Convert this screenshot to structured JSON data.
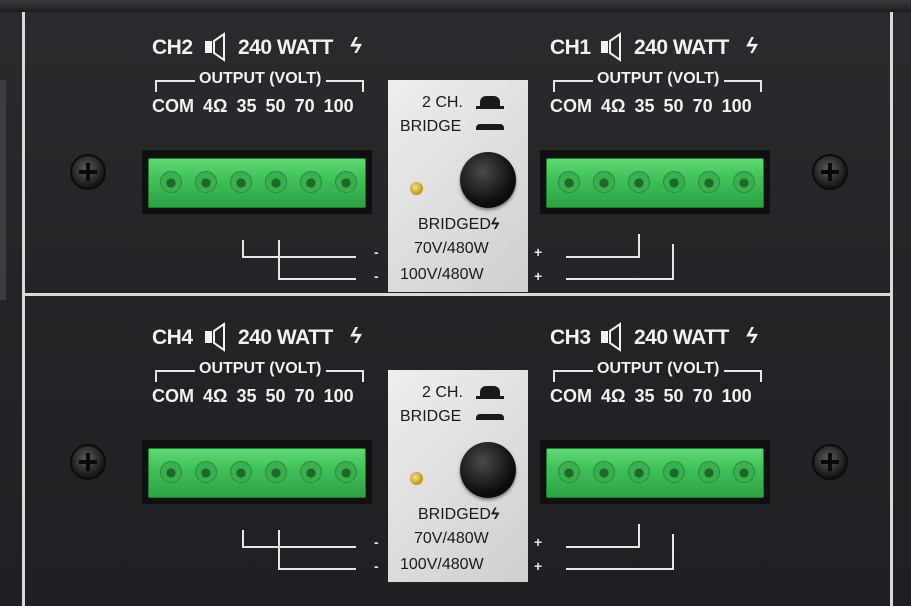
{
  "upper": {
    "left": {
      "channel": "CH2",
      "watt": "240 WATT",
      "output_title": "OUTPUT (VOLT)",
      "volts": [
        "COM",
        "4Ω",
        "35",
        "50",
        "70",
        "100"
      ]
    },
    "right": {
      "channel": "CH1",
      "watt": "240 WATT",
      "output_title": "OUTPUT (VOLT)",
      "volts": [
        "COM",
        "4Ω",
        "35",
        "50",
        "70",
        "100"
      ]
    },
    "bridge": {
      "two_ch": "2 CH.",
      "bridge": "BRIDGE",
      "bridged": "BRIDGED",
      "v70": "70V/480W",
      "v100": "100V/480W"
    },
    "polarity": {
      "minus": "-",
      "plus": "+"
    }
  },
  "lower": {
    "left": {
      "channel": "CH4",
      "watt": "240 WATT",
      "output_title": "OUTPUT (VOLT)",
      "volts": [
        "COM",
        "4Ω",
        "35",
        "50",
        "70",
        "100"
      ]
    },
    "right": {
      "channel": "CH3",
      "watt": "240 WATT",
      "output_title": "OUTPUT (VOLT)",
      "volts": [
        "COM",
        "4Ω",
        "35",
        "50",
        "70",
        "100"
      ]
    },
    "bridge": {
      "two_ch": "2 CH.",
      "bridge": "BRIDGE",
      "bridged": "BRIDGED",
      "v70": "70V/480W",
      "v100": "100V/480W"
    },
    "polarity": {
      "minus": "-",
      "plus": "+"
    }
  },
  "icons": {
    "speaker": "speaker-icon",
    "lightning": "lightning-icon",
    "screw": "screw-icon"
  },
  "colors": {
    "panel": "#232427",
    "terminal_green": "#3fbf57",
    "bridge_plate": "#e3e3e5",
    "led": "#d9b520"
  }
}
